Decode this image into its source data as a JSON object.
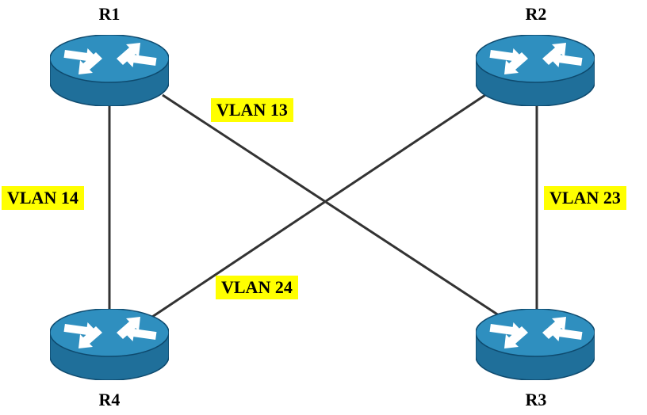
{
  "routers": [
    {
      "id": "R1",
      "label": "R1"
    },
    {
      "id": "R2",
      "label": "R2"
    },
    {
      "id": "R3",
      "label": "R3"
    },
    {
      "id": "R4",
      "label": "R4"
    }
  ],
  "links": [
    {
      "label": "VLAN 13",
      "from": "R1",
      "to": "R3"
    },
    {
      "label": "VLAN 14",
      "from": "R1",
      "to": "R4"
    },
    {
      "label": "VLAN 23",
      "from": "R2",
      "to": "R3"
    },
    {
      "label": "VLAN 24",
      "from": "R2",
      "to": "R4"
    }
  ],
  "colors": {
    "router_top": "#2f8fbf",
    "router_body": "#1f6f9a",
    "router_edge": "#0e4a6e",
    "link": "#333333",
    "vlan_highlight": "#ffff00"
  },
  "icons": [
    "router-icon"
  ]
}
